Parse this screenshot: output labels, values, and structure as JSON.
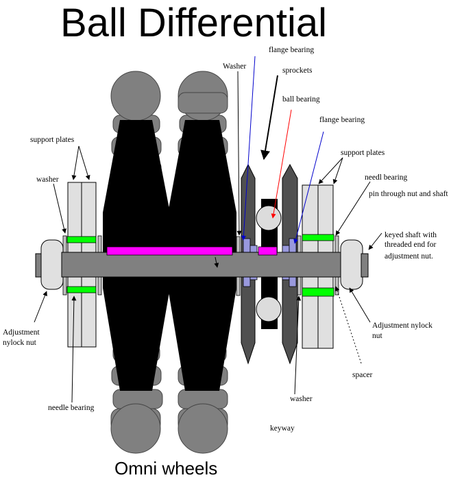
{
  "diagram": {
    "title": "Ball Differential",
    "subtitle": "Omni wheels",
    "labels": {
      "flange_bearing_top": "flange bearing",
      "washer_top": "Washer",
      "sprockets": "sprockets",
      "ball_bearing": "ball bearing",
      "flange_bearing_right": "flange bearing",
      "support_plates_left": "support plates",
      "support_plates_right": "support plates",
      "washer_left": "washer",
      "needl_bearing": "needl bearing",
      "pin_through": "pin through nut and shaft",
      "keyed_shaft_1": "keyed shaft with",
      "keyed_shaft_2": "threaded end for",
      "keyed_shaft_3": "adjustment nut.",
      "adjustment_left_1": "Adjustment",
      "adjustment_left_2": "nylock nut",
      "adjustment_right_1": "Adjustment nylock",
      "adjustment_right_2": "nut",
      "spacer": "spacer",
      "needle_bearing_bottom": "needle bearing",
      "washer_bottom": "washer",
      "keyway": "keyway"
    },
    "colors": {
      "wheel_gray": "#808080",
      "wheel_black": "#000000",
      "shaft_gray": "#808080",
      "plate_light": "#e0e0e0",
      "bearing_green": "#00ff00",
      "keyway_magenta": "#ff00ff",
      "flange_lavender": "#9999dd",
      "sprocket_dark": "#505050",
      "arrow_blue": "#0000cc",
      "arrow_red": "#ff0000"
    }
  }
}
